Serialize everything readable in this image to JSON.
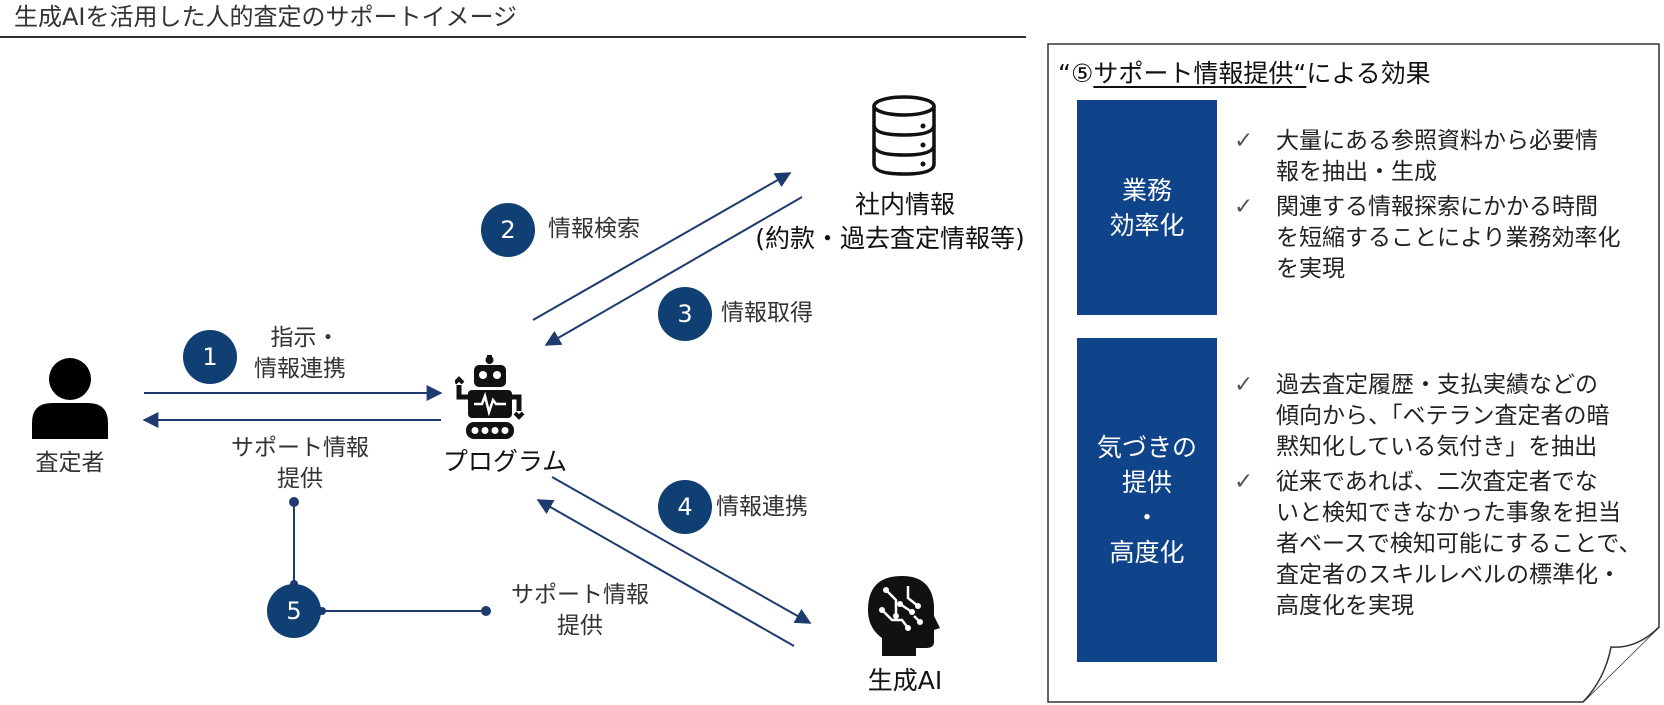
{
  "title": "生成AIを活用した人的査定のサポートイメージ",
  "actors": {
    "assessor": "査定者",
    "program": "プログラム",
    "internal_info": {
      "name": "社内情報",
      "detail": "(約款・過去査定情報等)"
    },
    "gen_ai": "生成AI"
  },
  "steps": [
    {
      "number": "1",
      "label_line1": "指示・",
      "label_line2": "情報連携"
    },
    {
      "number": "2",
      "label": "情報検索"
    },
    {
      "number": "3",
      "label": "情報取得"
    },
    {
      "number": "4",
      "label": "情報連携"
    },
    {
      "number": "5"
    }
  ],
  "support_info": {
    "line1": "サポート情報",
    "line2": "提供"
  },
  "effects": {
    "heading_prefix": "“⑤",
    "heading_underlined": "サポート情報提供“",
    "heading_suffix": "による効果",
    "blocks": [
      {
        "title_lines": [
          "業務",
          "効率化"
        ],
        "bullets": [
          [
            "大量にある参照資料から必要情",
            "報を抽出・生成"
          ],
          [
            "関連する情報探索にかかる時間",
            "を短縮することにより業務効率化",
            "を実現"
          ]
        ]
      },
      {
        "title_lines": [
          "気づきの",
          "提供",
          "・",
          "高度化"
        ],
        "bullets": [
          [
            "過去査定履歴・支払実績などの",
            "傾向から、「ベテラン査定者の暗",
            "黙知化している気付き」を抽出"
          ],
          [
            "従来であれば、二次査定者でな",
            "いと検知できなかった事象を担当",
            "者ベースで検知可能にすることで、",
            "査定者のスキルレベルの標準化・",
            "高度化を実現"
          ]
        ]
      }
    ],
    "check_mark": "✓"
  },
  "colors": {
    "accent_navy": "#0f3f73",
    "box_blue": "#0f448b",
    "arrow_navy": "#1f3a6e"
  }
}
